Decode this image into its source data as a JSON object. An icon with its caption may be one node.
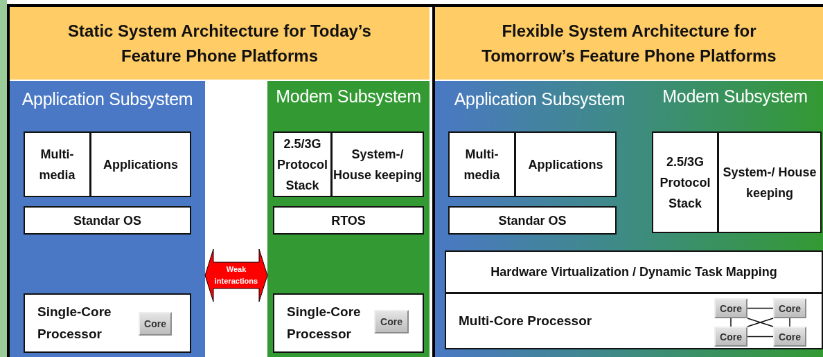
{
  "diagram": {
    "nodes": [
      {
        "text": [
          "Static System Architecture for Today’s Feature Phone Platforms"
        ]
      },
      {
        "text": [
          "Application Subsystem"
        ]
      },
      {
        "text": [
          "Multi- media"
        ],
        "in": 1
      },
      {
        "text": [
          "Applications"
        ],
        "in": 1
      },
      {
        "text": [
          "Standar OS"
        ],
        "in": 1
      },
      {
        "text": [
          "Single-Core Processor"
        ],
        "in": 1
      },
      {
        "text": [
          "Core"
        ],
        "in": 5
      },
      {
        "text": [
          "Modem Subsystem"
        ]
      },
      {
        "text": [
          "2.5/3G Protocol Stack"
        ],
        "in": 7
      },
      {
        "text": [
          "System-/ House keeping"
        ],
        "in": 7
      },
      {
        "text": [
          "RTOS"
        ],
        "in": 7
      },
      {
        "text": [
          "Single-Core Processor"
        ],
        "in": 7
      },
      {
        "text": [
          "Core"
        ],
        "in": 11
      },
      {
        "text": [
          "Flexible System Architecture for Tomorrow’s Feature Phone Platforms"
        ]
      },
      {
        "text": [
          "Application Subsystem",
          "Modem Subsystem"
        ]
      },
      {
        "text": [
          "Multi- media"
        ],
        "in": 14
      },
      {
        "text": [
          "Applications"
        ],
        "in": 14
      },
      {
        "text": [
          "Standar OS"
        ],
        "in": 14
      },
      {
        "text": [
          "2.5/3G Protocol Stack"
        ],
        "in": 14
      },
      {
        "text": [
          "System-/ House keeping"
        ],
        "in": 14
      },
      {
        "text": [
          "Hardware Virtualization / Dynamic Task Mapping"
        ],
        "in": 14
      },
      {
        "text": [
          "Multi-Core Processor"
        ],
        "in": 14
      },
      {
        "text": [
          "Core"
        ],
        "in": 21
      },
      {
        "text": [
          "Core"
        ],
        "in": 21
      },
      {
        "text": [
          "Core"
        ],
        "in": 21
      },
      {
        "text": [
          "Core"
        ],
        "in": 21
      }
    ],
    "edges": [
      {
        "from": 1,
        "to": 7,
        "arrow": "both",
        "label": "Weak interactions",
        "style": "thick",
        "color": "#ff0000"
      },
      {
        "from": 22,
        "to": 23,
        "arrow": "none"
      },
      {
        "from": 24,
        "to": 25,
        "arrow": "none"
      },
      {
        "from": 22,
        "to": 24,
        "arrow": "none"
      },
      {
        "from": 23,
        "to": 25,
        "arrow": "none"
      },
      {
        "from": 22,
        "to": 25,
        "arrow": "none"
      },
      {
        "from": 23,
        "to": 24,
        "arrow": "none"
      }
    ]
  }
}
